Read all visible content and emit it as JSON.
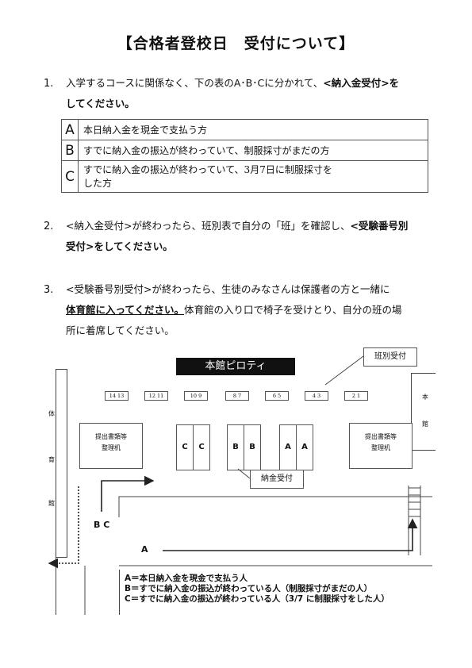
{
  "title": "【合格者登校日　受付について】",
  "items": [
    {
      "num": "1.",
      "line1_pre": "入学するコースに関係なく、下の表のA･B･Cに分かれて、",
      "line1_bold": "<納入金受付>を",
      "line2_bold": "してください。"
    },
    {
      "num": "2.",
      "line1_pre": "<納入金受付>が終わったら、班別表で自分の「班」を確認し、",
      "line1_bold": "<受験番号別",
      "line2_bold": "受付>をしてください。"
    },
    {
      "num": "3.",
      "line1": "<受験番号別受付>が終わったら、生徒のみなさんは保護者の方と一緒に",
      "line2_bold": "体育館に入ってください。",
      "line2_rest": "体育館の入り口で椅子を受けとり、自分の班の場",
      "line3": "所に着席してください。"
    }
  ],
  "table": [
    {
      "letter": "A",
      "text": "本日納入金を現金で支払う方"
    },
    {
      "letter": "B",
      "text": "すでに納入金の振込が終わっていて、制服採寸がまだの方"
    },
    {
      "letter": "C",
      "text": "すでに納入金の振込が終わっていて、3月7日に制服採寸を",
      "text2": "した方"
    }
  ],
  "map": {
    "pilotis": "本館ピロティ",
    "hanbetsu": "班別受付",
    "nokin": "納金受付",
    "gym": [
      "体",
      "育",
      "館"
    ],
    "honkan": [
      "本",
      "館"
    ],
    "desk_label": [
      "提出書類等",
      "整理机"
    ],
    "group_numbers": [
      "14 13",
      "12 11",
      "10 9",
      "8 7",
      "6 5",
      "4 3",
      "2 1"
    ],
    "desk_letters": [
      "C",
      "C",
      "B",
      "B",
      "A",
      "A"
    ],
    "route_bc": "B C",
    "route_a": "A"
  },
  "legend": [
    "A＝本日納入金を現金で支払う人",
    "B＝すでに納入金の振込が終わっている人（制服採寸がまだの人）",
    "C＝すでに納入金の振込が終わっている人（3/7 に制服採寸をした人）"
  ]
}
